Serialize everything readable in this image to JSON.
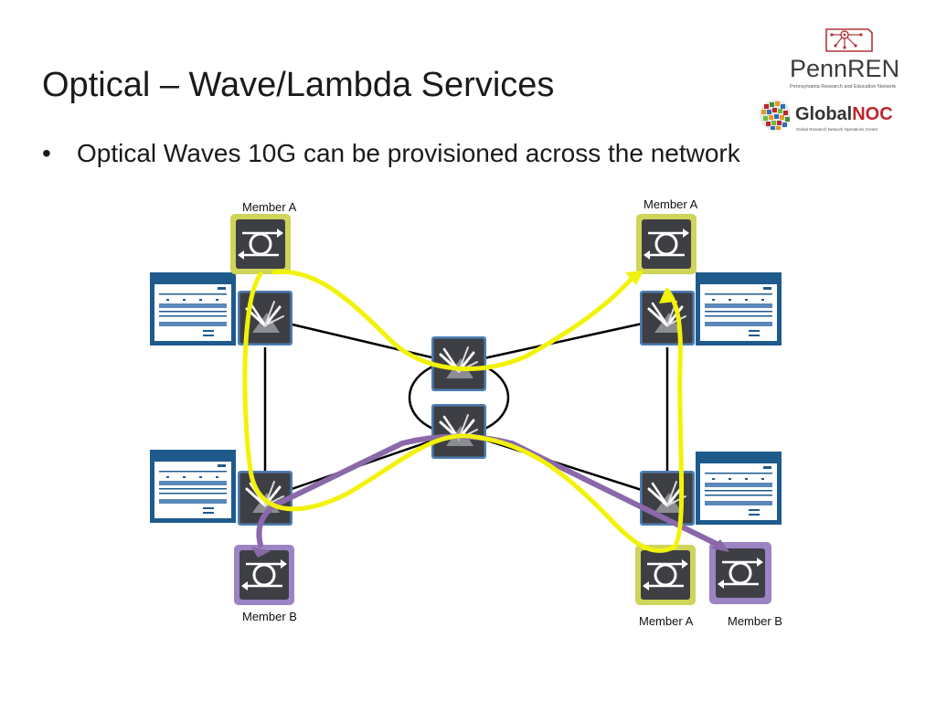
{
  "slide": {
    "title": "Optical – Wave/Lambda Services",
    "bullets": [
      "Optical Waves 10G can be provisioned across the network"
    ],
    "bullet_symbol": "•"
  },
  "logos": {
    "pennren": {
      "name": "PennREN",
      "tagline": "Pennsylvania Research and Education Network"
    },
    "globalnoc": {
      "name_part1": "Global",
      "name_part2": "NOC",
      "tagline": "Global Research Network Operations Center"
    }
  },
  "labels": {
    "top_left_member": "Member A",
    "top_right_member": "Member A",
    "bottom_left_member": "Member B",
    "bottom_right_member_a": "Member A",
    "bottom_right_member_b": "Member B"
  },
  "icons": {
    "member_device": "optical-transponder-icon",
    "roadm_device": "optical-splitter-icon",
    "rack_chassis": "equipment-chassis-icon"
  },
  "colors": {
    "yellow_path": "#f2f20a",
    "purple_path": "#8a68aa",
    "device_fill": "#3e3f44",
    "device_border": "#4d7db3",
    "chassis_blue": "#1f5a8c",
    "yellow_glow": "#cfd45a",
    "purple_glow": "#9c84c4",
    "pennren_red": "#b2323a",
    "globalnoc_red": "#c0262d"
  }
}
